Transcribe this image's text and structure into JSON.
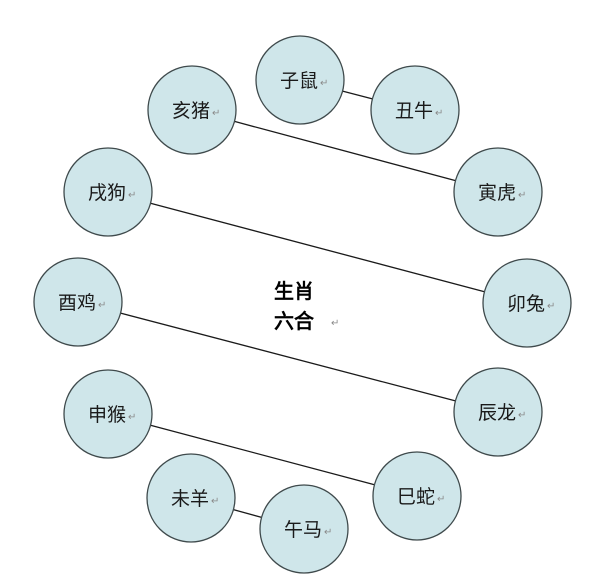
{
  "title": {
    "line1": "生肖",
    "line2": "六合",
    "mark": "↵"
  },
  "nodes": [
    {
      "id": "zi",
      "label": "子鼠",
      "mark": "↵"
    },
    {
      "id": "chou",
      "label": "丑牛",
      "mark": "↵"
    },
    {
      "id": "yin",
      "label": "寅虎",
      "mark": "↵"
    },
    {
      "id": "mao",
      "label": "卯兔",
      "mark": "↵"
    },
    {
      "id": "chen",
      "label": "辰龙",
      "mark": "↵"
    },
    {
      "id": "si",
      "label": "巳蛇",
      "mark": "↵"
    },
    {
      "id": "wu",
      "label": "午马",
      "mark": "↵"
    },
    {
      "id": "wei",
      "label": "未羊",
      "mark": "↵"
    },
    {
      "id": "shen",
      "label": "申猴",
      "mark": "↵"
    },
    {
      "id": "you",
      "label": "酉鸡",
      "mark": "↵"
    },
    {
      "id": "xu",
      "label": "戌狗",
      "mark": "↵"
    },
    {
      "id": "hai",
      "label": "亥猪",
      "mark": "↵"
    }
  ],
  "pairs": [
    [
      "zi",
      "chou"
    ],
    [
      "hai",
      "yin"
    ],
    [
      "xu",
      "mao"
    ],
    [
      "you",
      "chen"
    ],
    [
      "shen",
      "si"
    ],
    [
      "wei",
      "wu"
    ]
  ],
  "colors": {
    "node_fill": "#cfe6ea",
    "node_stroke": "#3f4a4c",
    "line": "#1a1a1a"
  }
}
